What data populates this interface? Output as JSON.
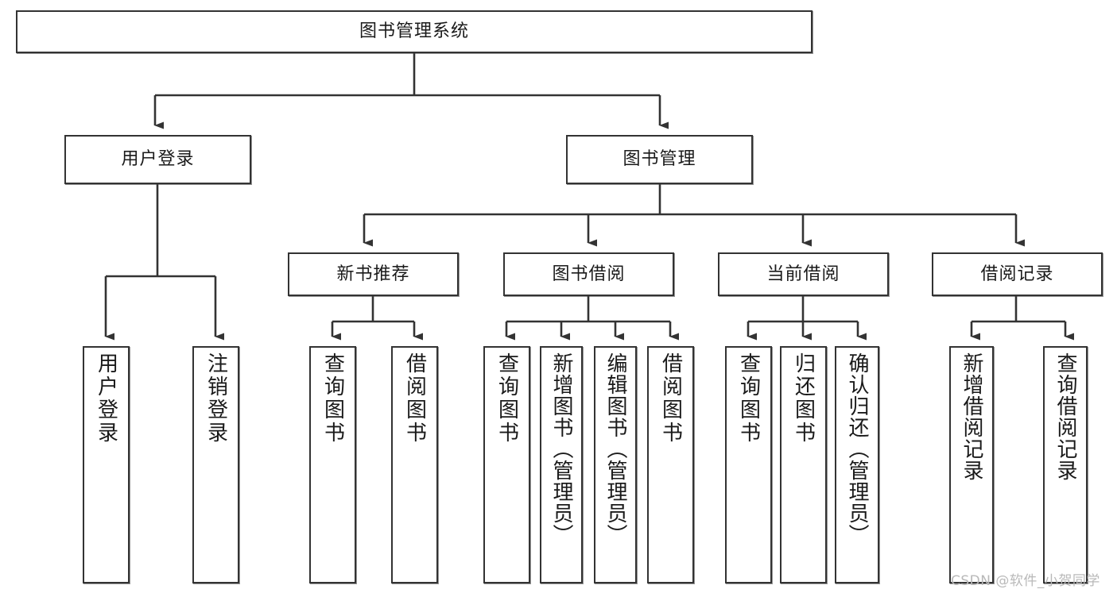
{
  "diagram": {
    "type": "tree",
    "title": "图书管理系统",
    "root": {
      "label": "图书管理系统"
    },
    "level1": [
      {
        "label": "用户登录"
      },
      {
        "label": "图书管理"
      }
    ],
    "level2": [
      {
        "label": "新书推荐"
      },
      {
        "label": "图书借阅"
      },
      {
        "label": "当前借阅"
      },
      {
        "label": "借阅记录"
      }
    ],
    "leaves": {
      "user_login": [
        {
          "label": "用户登录"
        },
        {
          "label": "注销登录"
        }
      ],
      "new_book_recommend": [
        {
          "label": "查询图书"
        },
        {
          "label": "借阅图书"
        }
      ],
      "book_borrow": [
        {
          "label": "查询图书"
        },
        {
          "label": "新增图书（管理员）"
        },
        {
          "label": "编辑图书（管理员）"
        },
        {
          "label": "借阅图书"
        }
      ],
      "current_borrow": [
        {
          "label": "查询图书"
        },
        {
          "label": "归还图书"
        },
        {
          "label": "确认归还（管理员）"
        }
      ],
      "borrow_records": [
        {
          "label": "新增借阅记录"
        },
        {
          "label": "查询借阅记录"
        }
      ]
    }
  },
  "watermark": {
    "text": "CSDN @软件_小贺同学"
  },
  "colors": {
    "stroke": "#333333",
    "background": "#ffffff",
    "text": "#1a1a1a",
    "watermark": "#b9b9b9"
  }
}
